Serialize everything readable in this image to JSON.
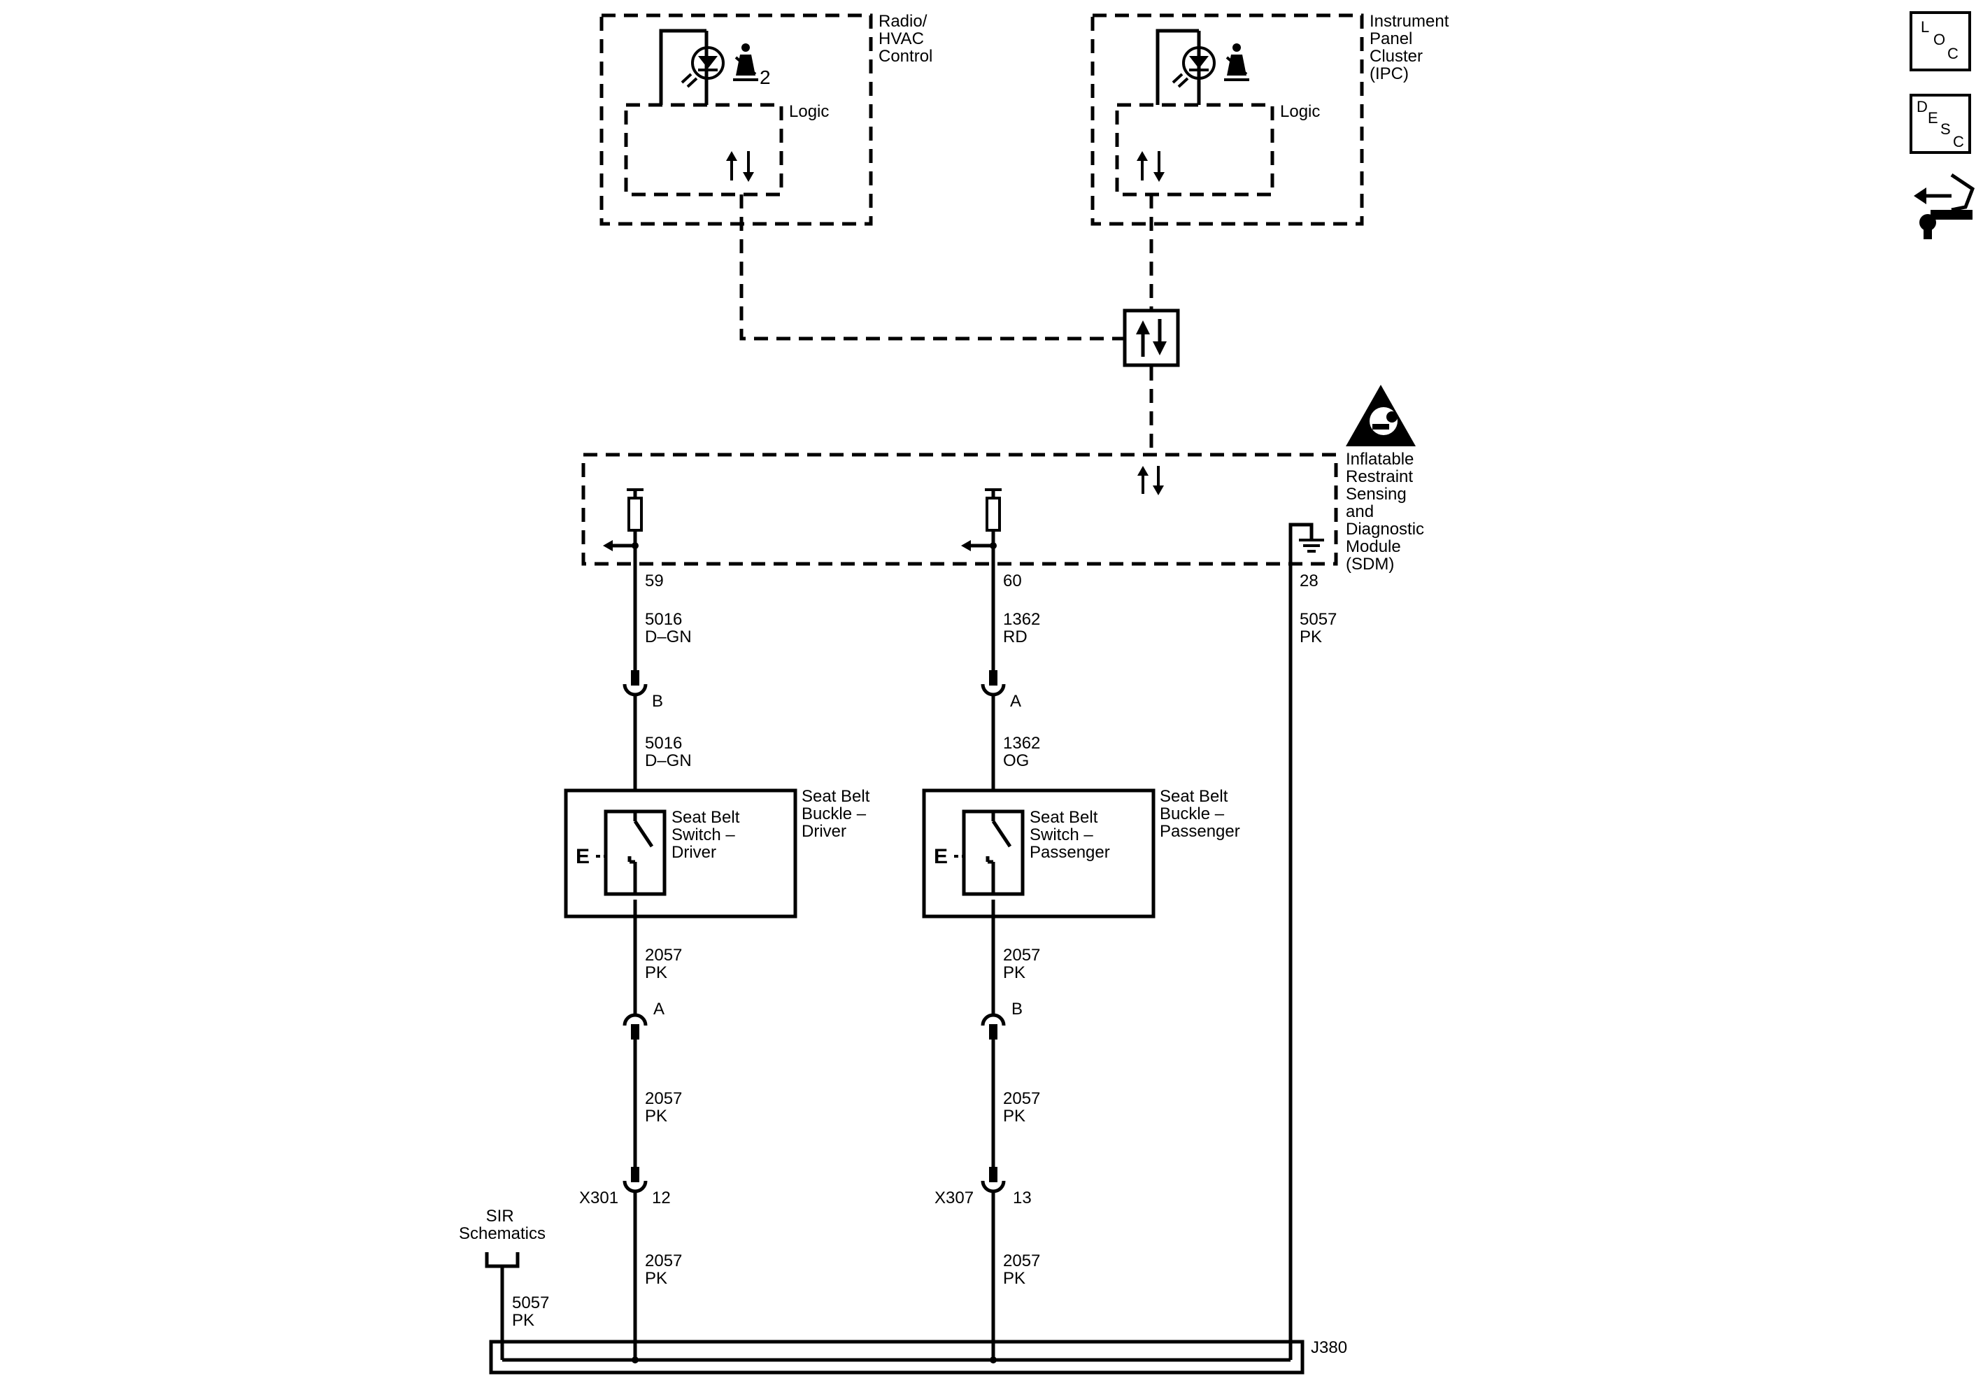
{
  "modules": {
    "radio": {
      "label_lines": [
        "Radio/",
        "HVAC",
        "Control"
      ],
      "logic": "Logic",
      "indicator_count": "2"
    },
    "ipc": {
      "label_lines": [
        "Instrument",
        "Panel",
        "Cluster",
        "(IPC)"
      ],
      "logic": "Logic"
    },
    "sdm": {
      "label_lines": [
        "Inflatable",
        "Restraint",
        "Sensing",
        "and",
        "Diagnostic",
        "Module",
        "(SDM)"
      ]
    }
  },
  "circuits": {
    "driver": {
      "sdm_pin": "59",
      "wire_top": [
        "5016",
        "D–GN"
      ],
      "connector_top": "B",
      "wire_mid": [
        "5016",
        "D–GN"
      ],
      "wire_low": [
        "2057",
        "PK"
      ],
      "connector_low": "A",
      "wire_low2": [
        "2057",
        "PK"
      ],
      "inline_conn": "X301",
      "inline_pin": "12",
      "wire_bottom": [
        "2057",
        "PK"
      ]
    },
    "passenger": {
      "sdm_pin": "60",
      "wire_top": [
        "1362",
        "RD"
      ],
      "connector_top": "A",
      "wire_mid": [
        "1362",
        "OG"
      ],
      "wire_low": [
        "2057",
        "PK"
      ],
      "connector_low": "B",
      "wire_low2": [
        "2057",
        "PK"
      ],
      "inline_conn": "X307",
      "inline_pin": "13",
      "wire_bottom": [
        "2057",
        "PK"
      ]
    },
    "ground": {
      "sdm_pin": "28",
      "wire": [
        "5057",
        "PK"
      ]
    }
  },
  "switches": {
    "driver": {
      "switch_lines": [
        "Seat Belt",
        "Switch –",
        "Driver"
      ],
      "buckle_lines": [
        "Seat Belt",
        "Buckle –",
        "Driver"
      ]
    },
    "passenger": {
      "switch_lines": [
        "Seat Belt",
        "Switch –",
        "Passenger"
      ],
      "buckle_lines": [
        "Seat Belt",
        "Buckle –",
        "Passenger"
      ]
    }
  },
  "sir": {
    "label_lines": [
      "SIR",
      "Schematics"
    ],
    "wire": [
      "5057",
      "PK"
    ]
  },
  "splice": {
    "label": "J380"
  },
  "nav_icons": {
    "loc": [
      "L",
      "O",
      "C"
    ],
    "desc": [
      "D",
      "E",
      "S",
      "C"
    ],
    "connector_icon": "connector-repair-icon"
  },
  "symbols": {
    "switch_letter": "E"
  }
}
